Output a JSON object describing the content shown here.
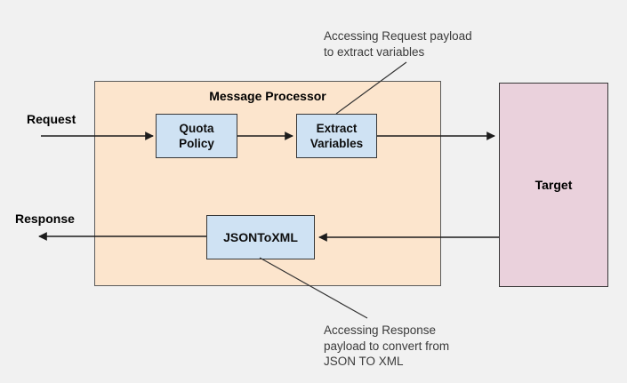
{
  "colors": {
    "background": "#f1f1f1",
    "processor_fill": "#fce5cd",
    "policy_fill": "#cfe2f3",
    "target_fill": "#ead1dc",
    "box_border": "#383838",
    "outer_border": "#5b5b5b",
    "line": "#1c1c1c",
    "annotation_text": "#3a3a3a",
    "label_text": "#000000"
  },
  "diagram": {
    "processor_title": "Message Processor",
    "request_label": "Request",
    "response_label": "Response",
    "nodes": {
      "quota_policy": "Quota\nPolicy",
      "extract_variables": "Extract\nVariables",
      "json_to_xml": "JSONToXML",
      "target": "Target"
    },
    "annotations": {
      "top": "Accessing Request payload\nto extract variables",
      "bottom": "Accessing Response\npayload to convert from\nJSON TO XML"
    }
  }
}
